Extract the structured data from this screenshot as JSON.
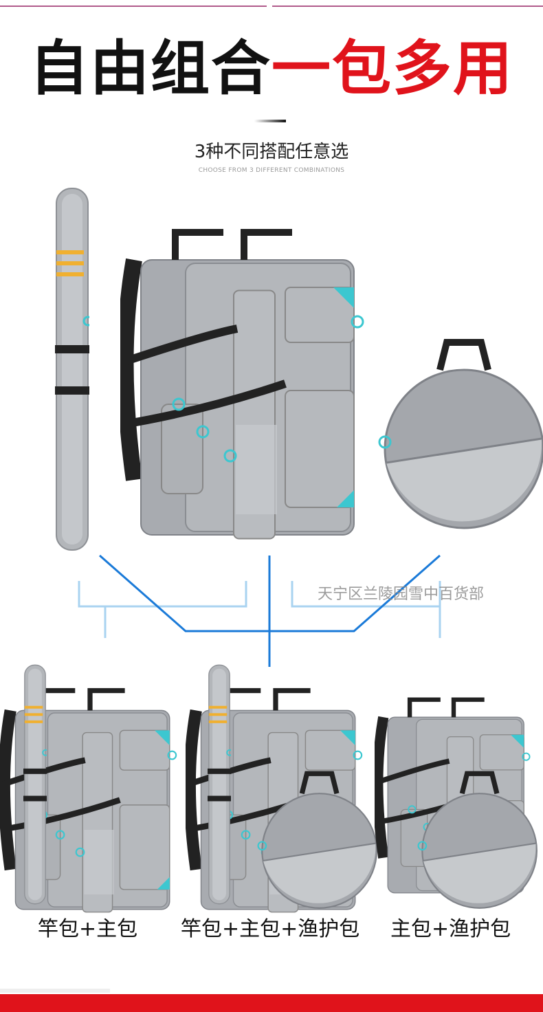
{
  "title": {
    "part1": "自由组合",
    "part2": "一包多用"
  },
  "subtitle": "3种不同搭配任意选",
  "subtitle_en": "CHOOSE FROM 3 DIFFERENT COMBINATIONS",
  "watermark": "天宁区兰陵园雪中百货部",
  "combinations": [
    {
      "label": "竿包+主包"
    },
    {
      "label": "竿包+主包+渔护包"
    },
    {
      "label": "主包+渔护包"
    }
  ],
  "colors": {
    "title_black": "#111111",
    "title_red": "#e0131b",
    "connector_dark": "#1a7ad8",
    "connector_light": "#a9d3f0",
    "bag_grey": "#a8abb0",
    "accent_cyan": "#3cc7d0",
    "stripe_orange": "#f0b030"
  }
}
